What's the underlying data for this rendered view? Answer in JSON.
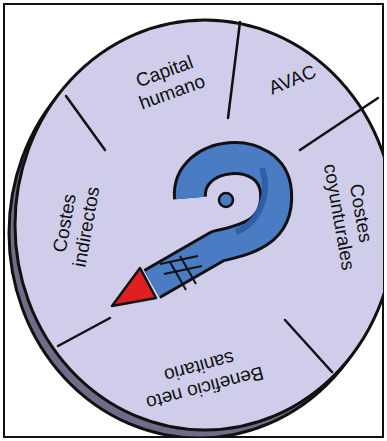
{
  "diagram": {
    "labels": [
      "Capital humano",
      "AVAC",
      "Costes coyunturales",
      "Beneficio neto sanitario",
      "Costes indirectos"
    ]
  }
}
